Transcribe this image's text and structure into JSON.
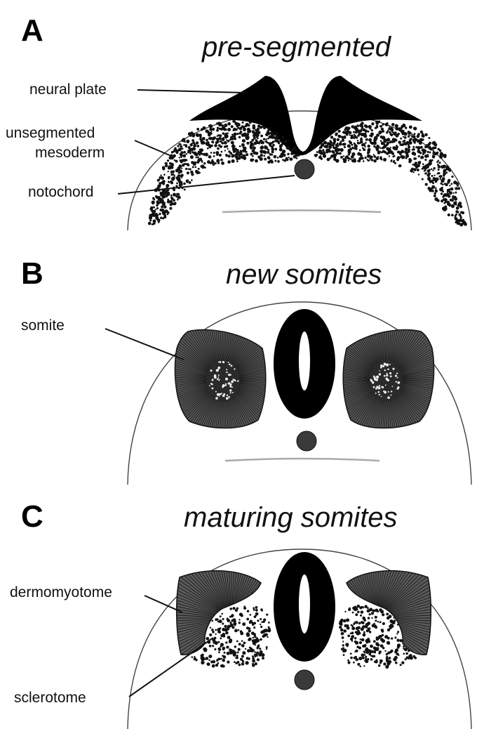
{
  "panels": [
    {
      "letter": "A",
      "title": "pre-segmented",
      "labels": {
        "neural_plate": "neural plate",
        "unsegmented_line1": "unsegmented",
        "unsegmented_line2": "mesoderm",
        "notochord": "notochord"
      }
    },
    {
      "letter": "B",
      "title": "new somites",
      "labels": {
        "somite": "somite"
      }
    },
    {
      "letter": "C",
      "title": "maturing somites",
      "labels": {
        "dermomyotome": "dermomyotome",
        "sclerotome": "sclerotome"
      }
    }
  ],
  "colors": {
    "ink": "#111111",
    "notochord_fill": "#3a3a3a",
    "somite_fill": "#555555",
    "background": "#ffffff"
  }
}
